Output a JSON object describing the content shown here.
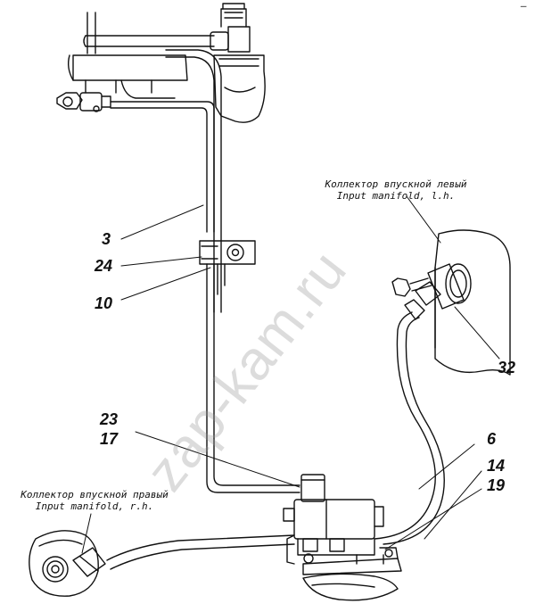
{
  "diagram": {
    "labels": {
      "left_manifold_ru": "Коллектор впускной левый",
      "left_manifold_en": "Input manifold, l.h.",
      "right_manifold_ru": "Коллектор впускной правый",
      "right_manifold_en": "Input manifold, r.h."
    },
    "callouts": {
      "c3": "3",
      "c24": "24",
      "c10": "10",
      "c23": "23",
      "c17": "17",
      "c6": "6",
      "c14": "14",
      "c19": "19",
      "c32": "32"
    },
    "watermark": "zap-kam.ru",
    "corner_mark": "–"
  }
}
